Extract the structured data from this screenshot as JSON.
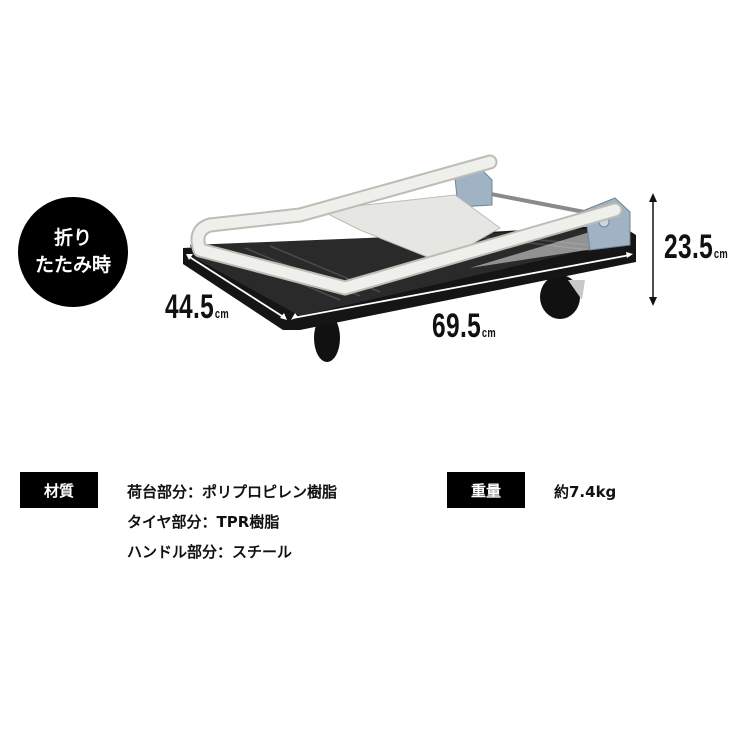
{
  "badge": {
    "line1": "折り",
    "line2": "たたみ時"
  },
  "dimensions": {
    "depth": {
      "value": "44.5",
      "unit": "cm"
    },
    "width": {
      "value": "69.5",
      "unit": "cm"
    },
    "height": {
      "value": "23.5",
      "unit": "cm"
    }
  },
  "specs": {
    "material": {
      "label": "材質",
      "lines": [
        "荷台部分：ポリプロピレン樹脂",
        "タイヤ部分：TPR樹脂",
        "ハンドル部分：スチール"
      ]
    },
    "weight": {
      "label": "重量",
      "value": "約7.4kg"
    }
  },
  "colors": {
    "platform": "#1a1a1a",
    "handle": "#e8e8e4",
    "hinge": "#9fb3c4",
    "label_bg": "#000000"
  }
}
